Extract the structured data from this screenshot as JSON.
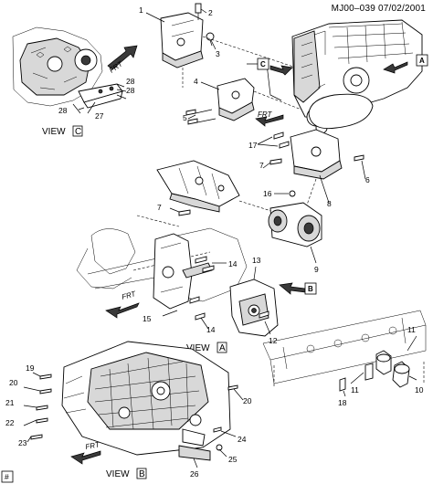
{
  "header": {
    "doc_id": "MJ00–039  07/02/2001"
  },
  "views": {
    "c": {
      "prefix": "VIEW",
      "letter": "C"
    },
    "a": {
      "prefix": "VIEW",
      "letter": "A"
    },
    "b": {
      "prefix": "VIEW",
      "letter": "B"
    }
  },
  "direction_marker": "FRT",
  "view_refs": {
    "a": "A",
    "b": "B",
    "c": "C"
  },
  "callouts": {
    "n1": "1",
    "n2": "2",
    "n3": "3",
    "n4": "4",
    "n5": "5",
    "n6": "6",
    "n7a": "7",
    "n7b": "7",
    "n8": "8",
    "n9": "9",
    "n10": "10",
    "n11a": "11",
    "n11b": "11",
    "n12": "12",
    "n13": "13",
    "n14a": "14",
    "n14b": "14",
    "n15": "15",
    "n16": "16",
    "n17": "17",
    "n18": "18",
    "n19": "19",
    "n20a": "20",
    "n20b": "20",
    "n21": "21",
    "n22": "22",
    "n23": "23",
    "n24": "24",
    "n25": "25",
    "n26": "26",
    "n27": "27",
    "n28a": "28",
    "n28b": "28"
  },
  "corner_badge": "#"
}
